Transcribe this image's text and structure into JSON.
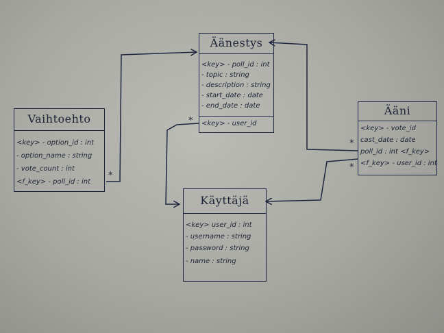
{
  "entities": {
    "aanestys": {
      "title": "Äänestys",
      "attributes": [
        "<key> - poll_id : int",
        "- topic :  string",
        "- description : string",
        "- start_date : date",
        "- end_date : date"
      ],
      "foreign": [
        "<key> - user_id"
      ]
    },
    "vaihtoehto": {
      "title": "Vaihtoehto",
      "attributes": [
        "<key> - option_id : int",
        "- option_name : string",
        "- vote_count : int",
        "<f_key> - poll_id : int"
      ]
    },
    "aani": {
      "title": "Ääni",
      "attributes": [
        "<key> - vote_id",
        "cast_date : date",
        "poll_id : int <f_key>",
        "<f_key> - user_id : int"
      ]
    },
    "kayttaja": {
      "title": "Käyttäjä",
      "attributes": [
        "<key> user_id : int",
        "- username : string",
        "- password : string",
        "- name :  string"
      ]
    }
  },
  "multiplicity": {
    "vaihtoehto_to_aanestys": "*",
    "aanestys_to_kayttaja": "*",
    "aani_to_aanestys": "*",
    "aani_to_kayttaja": "*"
  },
  "colors": {
    "ink": "#1f2740",
    "paper": "#b3b3ad"
  }
}
